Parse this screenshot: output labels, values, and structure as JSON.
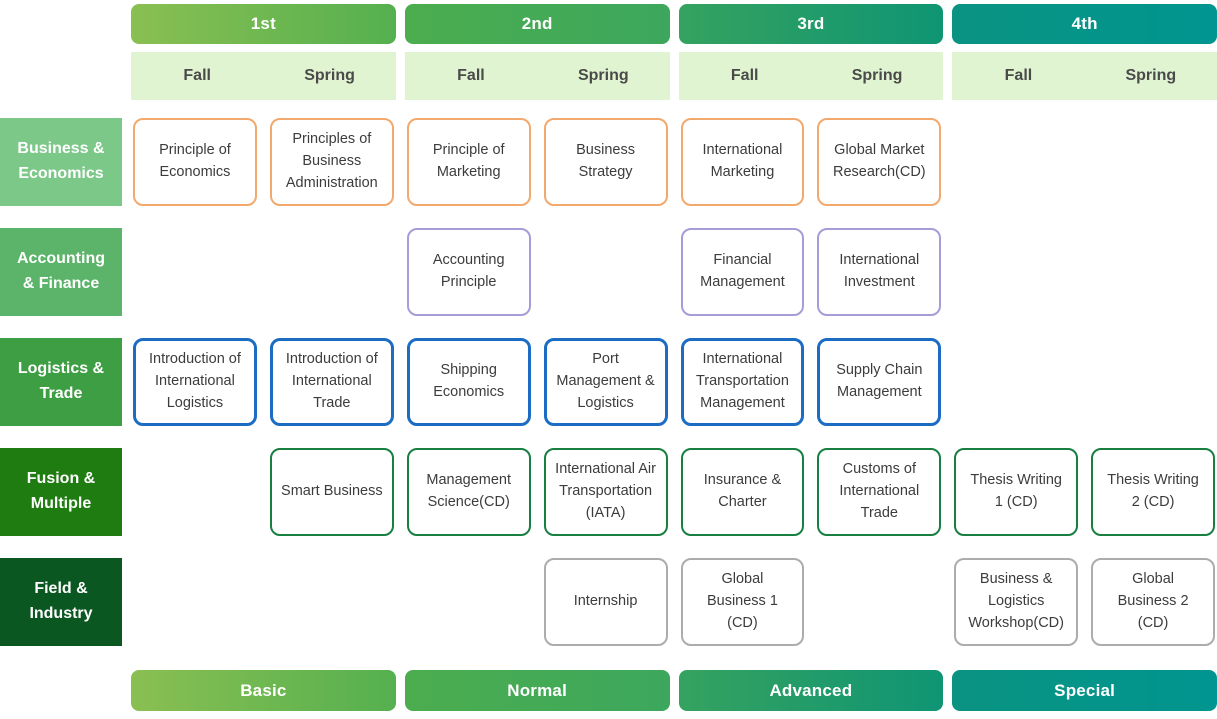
{
  "years": [
    {
      "label": "1st",
      "semesters": [
        "Fall",
        "Spring"
      ],
      "gradient": [
        "#8abf52",
        "#55b04f"
      ]
    },
    {
      "label": "2nd",
      "semesters": [
        "Fall",
        "Spring"
      ],
      "gradient": [
        "#4cad4e",
        "#3ca75d"
      ]
    },
    {
      "label": "3rd",
      "semesters": [
        "Fall",
        "Spring"
      ],
      "gradient": [
        "#35a25f",
        "#0f9574"
      ]
    },
    {
      "label": "4th",
      "semesters": [
        "Fall",
        "Spring"
      ],
      "gradient": [
        "#0a9381",
        "#009590"
      ]
    }
  ],
  "levels": [
    {
      "label": "Basic",
      "gradient": [
        "#8abf52",
        "#55b04f"
      ]
    },
    {
      "label": "Normal",
      "gradient": [
        "#4cad4e",
        "#3ca75d"
      ]
    },
    {
      "label": "Advanced",
      "gradient": [
        "#35a25f",
        "#0f9574"
      ]
    },
    {
      "label": "Special",
      "gradient": [
        "#0a9381",
        "#009590"
      ]
    }
  ],
  "semester_strip_color": "#e1f4d1",
  "categories": [
    {
      "label": "Business & Economics",
      "bg_color": "#7cc889",
      "card_border_color": "#f2a96e",
      "courses": [
        {
          "col": 0,
          "title": "Principle of Economics"
        },
        {
          "col": 1,
          "title": "Principles of Business Administration"
        },
        {
          "col": 2,
          "title": "Principle of Marketing"
        },
        {
          "col": 3,
          "title": "Business Strategy"
        },
        {
          "col": 4,
          "title": "International Marketing"
        },
        {
          "col": 5,
          "title": "Global Market Research(CD)"
        }
      ]
    },
    {
      "label": "Accounting & Finance",
      "bg_color": "#5cb46a",
      "card_border_color": "#a89cd8",
      "courses": [
        {
          "col": 2,
          "title": "Accounting Principle"
        },
        {
          "col": 4,
          "title": "Financial Management"
        },
        {
          "col": 5,
          "title": "International Investment"
        }
      ]
    },
    {
      "label": "Logistics & Trade",
      "bg_color": "#3e9e44",
      "card_border_color": "#1b6cc2",
      "courses": [
        {
          "col": 0,
          "title": "Introduction of International Logistics"
        },
        {
          "col": 1,
          "title": "Introduction of International Trade"
        },
        {
          "col": 2,
          "title": "Shipping Economics"
        },
        {
          "col": 3,
          "title": "Port Management & Logistics"
        },
        {
          "col": 4,
          "title": "International Transportation Management"
        },
        {
          "col": 5,
          "title": "Supply Chain Management"
        }
      ]
    },
    {
      "label": "Fusion & Multiple",
      "bg_color": "#1e7c10",
      "card_border_color": "#187f41",
      "courses": [
        {
          "col": 1,
          "title": "Smart Business"
        },
        {
          "col": 2,
          "title": "Management Science(CD)"
        },
        {
          "col": 3,
          "title": "International Air Transportation (IATA)"
        },
        {
          "col": 4,
          "title": "Insurance & Charter"
        },
        {
          "col": 5,
          "title": "Customs of International Trade"
        },
        {
          "col": 6,
          "title": "Thesis Writing 1 (CD)"
        },
        {
          "col": 7,
          "title": "Thesis Writing 2 (CD)"
        }
      ]
    },
    {
      "label": "Field & Industry",
      "bg_color": "#0b5722",
      "card_border_color": "#acacac",
      "courses": [
        {
          "col": 3,
          "title": "Internship"
        },
        {
          "col": 4,
          "title": "Global Business 1 (CD)"
        },
        {
          "col": 6,
          "title": "Business & Logistics Workshop(CD)"
        },
        {
          "col": 7,
          "title": "Global Business 2 (CD)"
        }
      ]
    }
  ]
}
